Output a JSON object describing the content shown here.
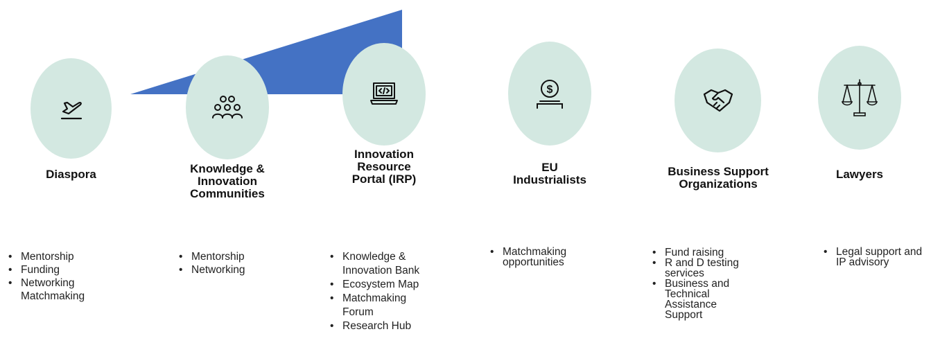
{
  "colors": {
    "accent_wedge": "#4472c4",
    "circle_fill": "#d3e8e1",
    "icon_stroke": "#111111"
  },
  "stakeholders": [
    {
      "id": "diaspora",
      "icon": "airplane-departure-icon",
      "title_lines": [
        "Diaspora"
      ],
      "bullets": [
        "Mentorship",
        "Funding",
        "Networking Matchmaking"
      ]
    },
    {
      "id": "kic",
      "icon": "community-people-icon",
      "title_lines": [
        "Knowledge &",
        "Innovation",
        "Communities"
      ],
      "bullets": [
        "Mentorship",
        "Networking"
      ]
    },
    {
      "id": "irp",
      "icon": "laptop-code-icon",
      "title_lines": [
        "Innovation",
        "Resource",
        "Portal (IRP)"
      ],
      "bullets": [
        "Knowledge & Innovation Bank",
        "Ecosystem Map",
        "Matchmaking Forum",
        "Research Hub"
      ]
    },
    {
      "id": "eu",
      "icon": "dollar-coin-hand-icon",
      "title_lines": [
        "EU",
        "Industrialists"
      ],
      "bullets": [
        "Matchmaking opportunities"
      ]
    },
    {
      "id": "bso",
      "icon": "handshake-icon",
      "title_lines": [
        "Business Support",
        "Organizations"
      ],
      "bullets": [
        "Fund raising",
        "R and D testing services",
        "Business and Technical Assistance Support"
      ]
    },
    {
      "id": "lawyers",
      "icon": "scales-of-justice-icon",
      "title_lines": [
        "Lawyers"
      ],
      "bullets": [
        "Legal support and IP advisory"
      ]
    }
  ]
}
